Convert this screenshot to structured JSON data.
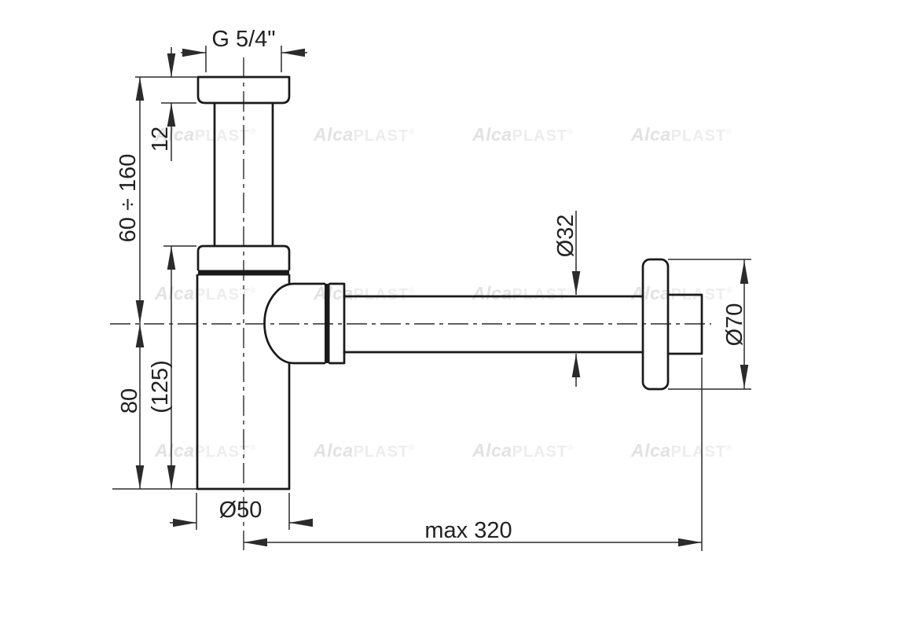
{
  "labels": {
    "thread": "G 5/4\"",
    "cap_height": "12",
    "adjust_range": "60 ÷ 160",
    "body_height": "80",
    "overall_height": "(125)",
    "body_diameter": "Ø50",
    "outlet_diameter": "Ø32",
    "rosette_diameter": "Ø70",
    "max_length": "max 320"
  },
  "watermark": {
    "bold": "Alca",
    "light": "PLAST",
    "reg": "®"
  },
  "colors": {
    "outline": "#1a1a1a",
    "dimline": "#2b2b2b",
    "text": "#222222",
    "background": "#ffffff"
  }
}
